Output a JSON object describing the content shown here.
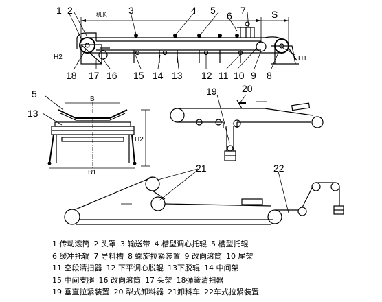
{
  "callouts": {
    "n1": "1",
    "n2": "2",
    "n3": "3",
    "n4": "4",
    "n5": "5",
    "n6": "6",
    "n7": "7",
    "S": "S",
    "H2": "H2",
    "H1": "H1",
    "n18": "18",
    "n17": "17",
    "n16": "16",
    "n15": "15",
    "n14": "14",
    "n13": "13",
    "n12": "12",
    "n11": "11",
    "n10": "10",
    "n9": "9",
    "n8": "8",
    "machine_length": "机长",
    "sec_n5": "5",
    "sec_n13": "13",
    "sec_B": "B",
    "sec_B1": "B1",
    "sec_H2": "H2",
    "n19": "19",
    "n20": "20",
    "n21": "21",
    "n22": "22"
  },
  "legend": [
    [
      "1 传动滚筒",
      "2 头罩",
      "3 输送带",
      "4 槽型调心托辊",
      "5 槽型托辊"
    ],
    [
      "6 缓冲托辊",
      "7 导料槽",
      "8 螺旋拉紧装置",
      "9 改向滚筒",
      "10 尾架"
    ],
    [
      "11 空段清扫器",
      "12 下平调心脱辊",
      "13下脱辊",
      "14 中间架"
    ],
    [
      "15 中间支腿",
      "16 改向滚筒",
      "17 头架",
      "18弹簧清扫器"
    ],
    [
      "19 垂直拉紧装置",
      "20 犁式卸料器",
      "21卸料车",
      "22车式拉紧装置"
    ]
  ]
}
